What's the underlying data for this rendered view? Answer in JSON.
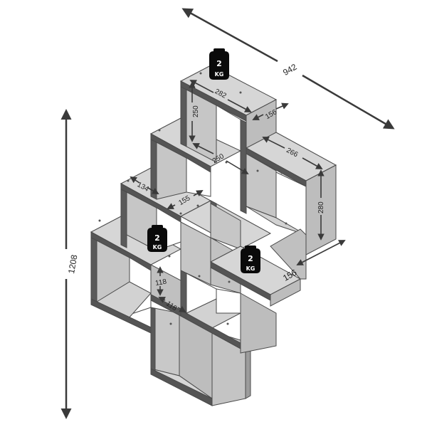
{
  "diagram": {
    "subject": "Cube wall shelf dimension drawing",
    "units": "mm",
    "overall": {
      "width_label": "942",
      "height_label": "1208"
    },
    "dimensions": {
      "top_cube_width": "282",
      "top_cube_height": "250",
      "top_cube_depth": "156",
      "inner_width_250": "250",
      "right_cube_width": "266",
      "right_cube_height": "280",
      "left_mid_depth": "134",
      "mid_width": "155",
      "right_depth": "156",
      "small_gap_height": "118",
      "small_gap_width": "118"
    },
    "load_markers": [
      {
        "value": "2",
        "unit": "KG",
        "position": "top"
      },
      {
        "value": "2",
        "unit": "KG",
        "position": "left-middle"
      },
      {
        "value": "2",
        "unit": "KG",
        "position": "right-middle"
      }
    ],
    "colors": {
      "panel_face": "#d4d4d4",
      "panel_side": "#b9b9b9",
      "panel_inner": "#c8c8c8",
      "edge": "#4a4a4a",
      "arrow": "#3a3a3a",
      "weight": "#0a0a0a",
      "background": "#ffffff"
    }
  }
}
